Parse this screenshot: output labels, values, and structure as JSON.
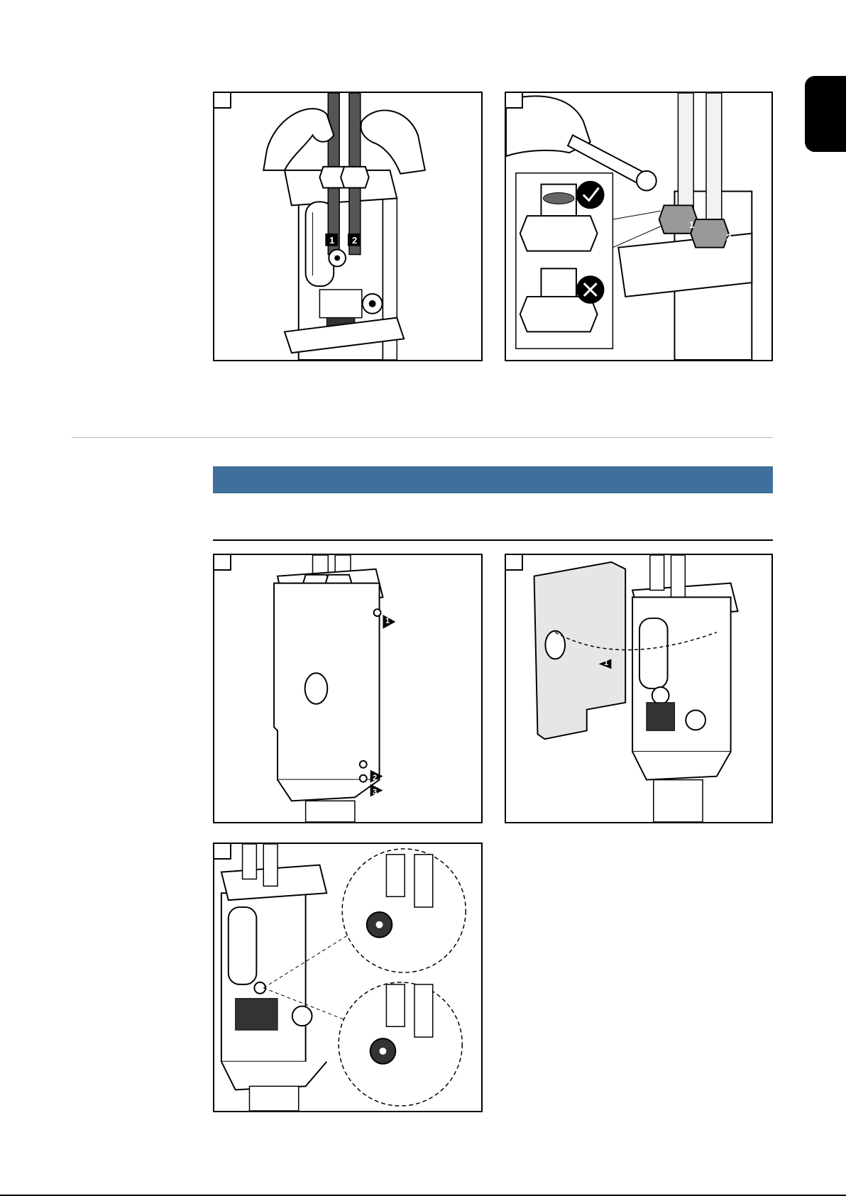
{
  "sidebar": {
    "language_tab": ""
  },
  "section": {
    "heading": ""
  },
  "steps": [
    {
      "number": "",
      "arrows": [
        "1",
        "2"
      ]
    },
    {
      "number": "",
      "arrows": [
        "1",
        "2"
      ],
      "inset": {
        "ok": "correct",
        "nok": "incorrect"
      }
    },
    {
      "number": "",
      "arrows": [
        "1",
        "2",
        "3"
      ]
    },
    {
      "number": "",
      "arrows": [
        "1"
      ]
    },
    {
      "number": "",
      "arrows": []
    }
  ],
  "colors": {
    "heading_bar": "#3f6f9b",
    "ink": "#000000",
    "panel_fill": "#ffffff",
    "cover_fill": "#e6e6e6"
  }
}
